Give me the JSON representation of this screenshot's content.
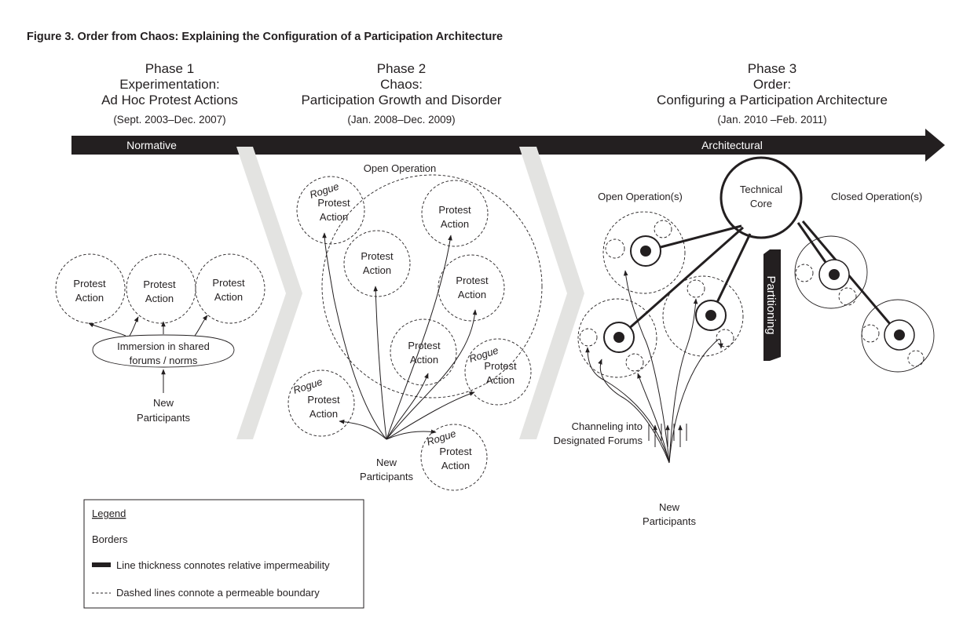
{
  "title": "Figure 3.  Order from Chaos: Explaining the Configuration of a Participation Architecture",
  "phases": [
    {
      "name": "Phase 1",
      "line1": "Experimentation:",
      "line2": "Ad Hoc Protest Actions",
      "dates": "(Sept. 2003–Dec. 2007)"
    },
    {
      "name": "Phase 2",
      "line1": "Chaos:",
      "line2": "Participation Growth and Disorder",
      "dates": "(Jan. 2008–Dec. 2009)"
    },
    {
      "name": "Phase 3",
      "line1": "Order:",
      "line2": "Configuring a Participation Architecture",
      "dates": "(Jan. 2010 –Feb. 2011)"
    }
  ],
  "timeline": {
    "left_label": "Normative",
    "right_label": "Architectural"
  },
  "phase1": {
    "protest_line1": "Protest",
    "protest_line2": "Action",
    "forum_line1": "Immersion in shared",
    "forum_line2": "forums / norms",
    "participants_line1": "New",
    "participants_line2": "Participants"
  },
  "phase2": {
    "open_operation": "Open Operation",
    "rogue": "Rogue",
    "protest_line1": "Protest",
    "protest_line2": "Action",
    "participants_line1": "New",
    "participants_line2": "Participants"
  },
  "phase3": {
    "open_operations": "Open Operation(s)",
    "closed_operations": "Closed Operation(s)",
    "core_line1": "Technical",
    "core_line2": "Core",
    "partitioning": "Partitioning",
    "channeling_line1": "Channeling into",
    "channeling_line2": "Designated Forums",
    "participants_line1": "New",
    "participants_line2": "Participants"
  },
  "legend": {
    "heading": "Legend",
    "borders": "Borders",
    "thick_desc": "Line thickness connotes relative impermeability",
    "dashed_desc": "Dashed lines connote a permeable boundary"
  },
  "colors": {
    "ink": "#231f20",
    "chevron": "#e3e3e1",
    "bar": "#231f20"
  }
}
